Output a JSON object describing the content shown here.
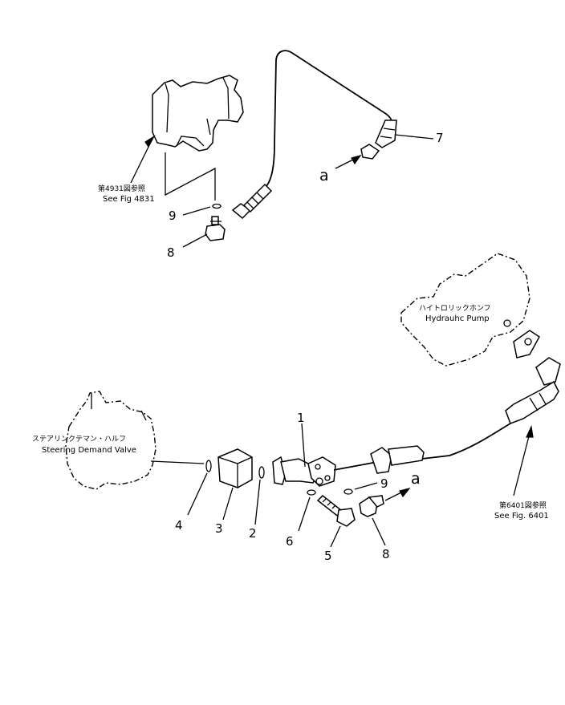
{
  "callouts": {
    "top": {
      "ref_jp": "第4931図参照",
      "ref_en": "See Fig 4831",
      "part9": "9",
      "part8": "8",
      "part7": "7",
      "arrow_a": "a"
    },
    "hydraulic_pump": {
      "label_jp": "ハイトロリックホンフ",
      "label_en": "Hydrauhc Pump"
    },
    "steering_valve": {
      "label_jp": "ステアリンクテマン・ハルフ",
      "label_en": "Steering Demand Valve"
    },
    "bottom": {
      "part1": "1",
      "part2": "2",
      "part3": "3",
      "part4": "4",
      "part5": "5",
      "part6": "6",
      "part8": "8",
      "part9": "9",
      "arrow_a": "a",
      "ref_jp": "第6401図参照",
      "ref_en": "See Fig. 6401"
    }
  }
}
